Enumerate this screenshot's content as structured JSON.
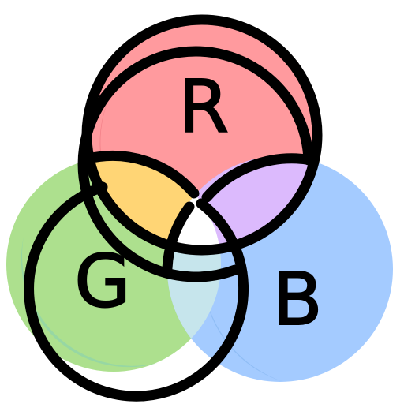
{
  "icon": {
    "name": "rgb-venn-diagram-icon",
    "letters": {
      "red": "R",
      "green": "G",
      "blue": "B"
    },
    "colors": {
      "red": "#ff9a9e",
      "red_shade": "#f27f87",
      "green": "#ade08e",
      "green_shade": "#97d7a3",
      "blue": "#a4cbff",
      "blue_shade": "#8fbdf5",
      "red_green_overlap": "#ffd575",
      "red_blue_overlap": "#dcbafd",
      "green_blue_overlap": "#c6e5ec",
      "center": "#ffffff",
      "outline": "#000000"
    }
  }
}
